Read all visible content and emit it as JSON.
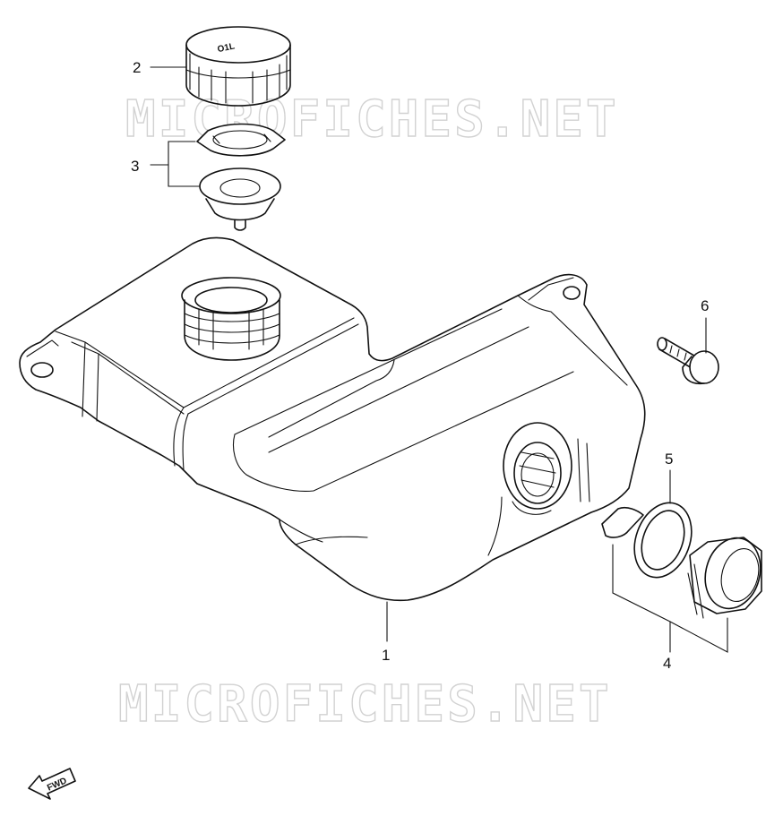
{
  "watermark": {
    "text": "MICROFICHES.NET"
  },
  "callouts": {
    "c1": "1",
    "c2": "2",
    "c3": "3",
    "c4": "4",
    "c5": "5",
    "c6": "6"
  },
  "fwd_label": "FWD"
}
